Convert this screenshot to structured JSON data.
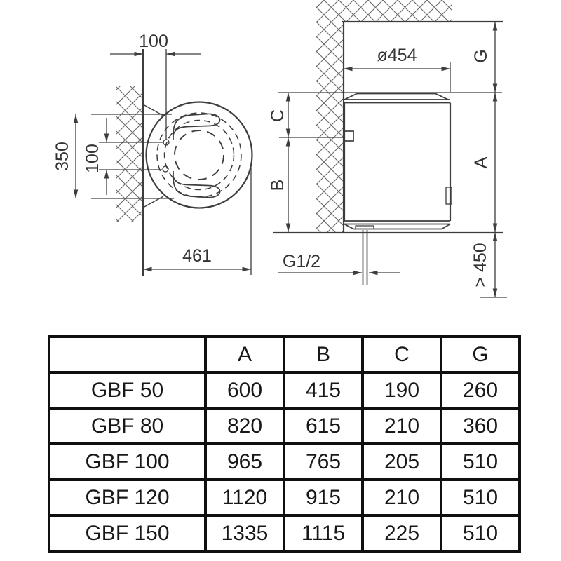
{
  "top_view": {
    "dim_top_offset": "100",
    "dim_mount_height": "350",
    "dim_hole_spacing": "100",
    "dim_depth": "461"
  },
  "side_view": {
    "dim_diameter": "ø454",
    "label_g": "G",
    "label_c": "C",
    "label_b": "B",
    "label_a": "A",
    "dim_clearance": "> 450",
    "dim_connection": "G1/2"
  },
  "spec_table": {
    "col_headers": [
      "A",
      "B",
      "C",
      "G"
    ],
    "rows": [
      {
        "model": "GBF 50",
        "a": "600",
        "b": "415",
        "c": "190",
        "g": "260"
      },
      {
        "model": "GBF 80",
        "a": "820",
        "b": "615",
        "c": "210",
        "g": "360"
      },
      {
        "model": "GBF 100",
        "a": "965",
        "b": "765",
        "c": "205",
        "g": "510"
      },
      {
        "model": "GBF 120",
        "a": "1120",
        "b": "915",
        "c": "210",
        "g": "510"
      },
      {
        "model": "GBF 150",
        "a": "1335",
        "b": "1115",
        "c": "225",
        "g": "510"
      }
    ]
  }
}
